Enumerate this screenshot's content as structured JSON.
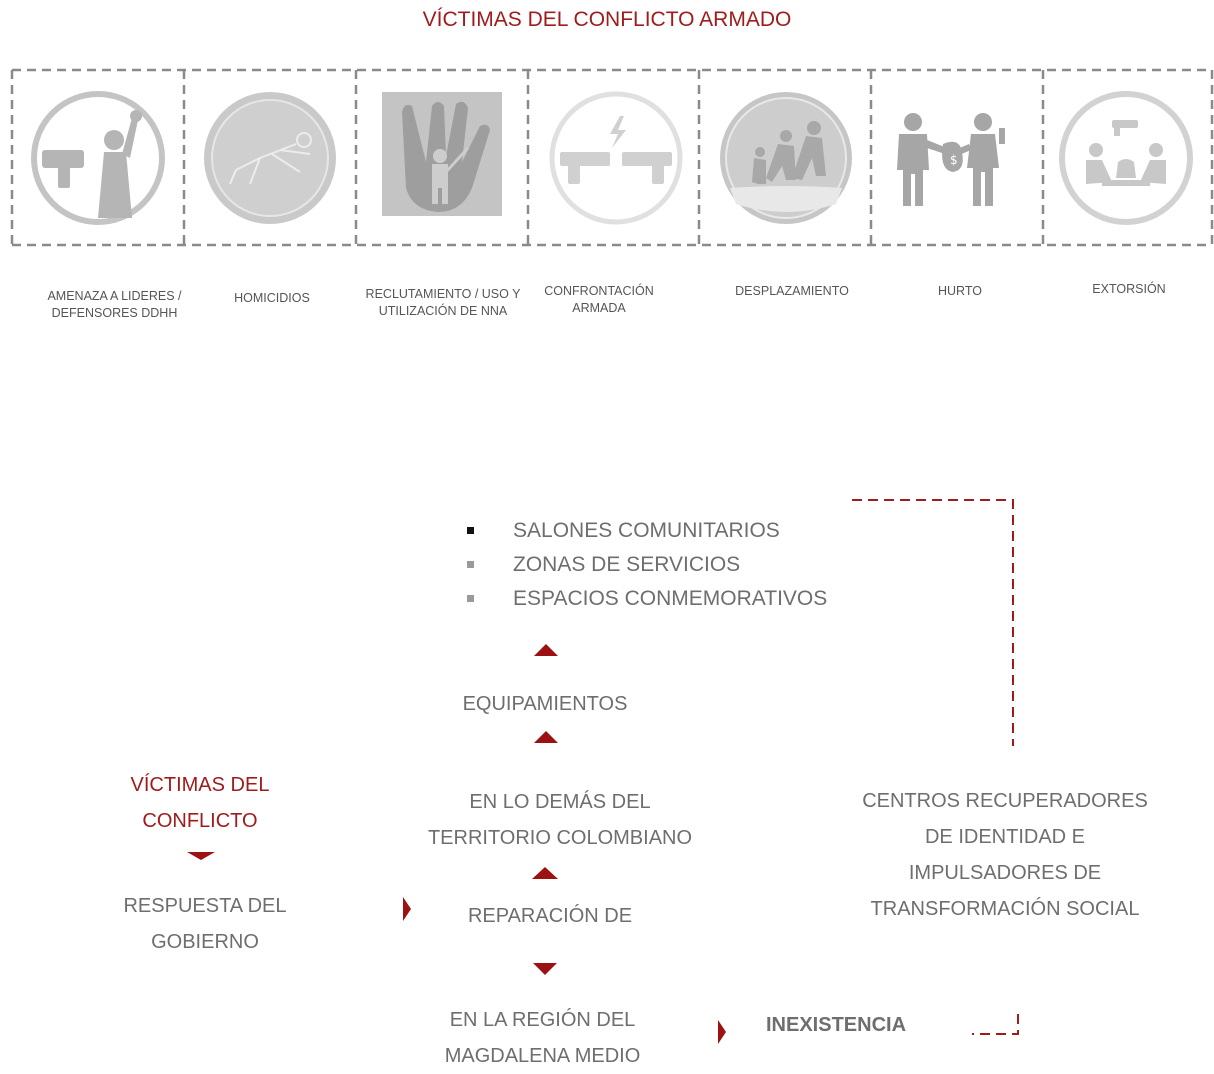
{
  "title": "VÍCTIMAS DEL CONFLICTO ARMADO",
  "categories": [
    {
      "label_lines": [
        "AMENAZA A LIDERES /",
        "DEFENSORES DDHH"
      ],
      "icon": "threat-leader-gun-icon"
    },
    {
      "label_lines": [
        "HOMICIDIOS"
      ],
      "icon": "body-outline-icon"
    },
    {
      "label_lines": [
        "RECLUTAMIENTO / USO Y",
        "UTILIZACIÓN DE NNA"
      ],
      "icon": "child-soldier-hand-icon"
    },
    {
      "label_lines": [
        "CONFRONTACIÓN",
        "ARMADA"
      ],
      "icon": "two-guns-icon"
    },
    {
      "label_lines": [
        "DESPLAZAMIENTO"
      ],
      "icon": "displaced-family-icon"
    },
    {
      "label_lines": [
        "HURTO"
      ],
      "icon": "robbery-icon"
    },
    {
      "label_lines": [
        "EXTORSIÓN"
      ],
      "icon": "extortion-table-icon"
    }
  ],
  "flow": {
    "bullets": [
      "SALONES COMUNITARIOS",
      "ZONAS DE SERVICIOS",
      "ESPACIOS CONMEMORATIVOS"
    ],
    "equipamientos": "EQUIPAMIENTOS",
    "territorio": [
      "EN LO DEMÁS DEL",
      "TERRITORIO COLOMBIANO"
    ],
    "victimas": [
      "VÍCTIMAS DEL",
      "CONFLICTO"
    ],
    "respuesta": [
      "RESPUESTA DEL",
      "GOBIERNO"
    ],
    "reparacion": "REPARACIÓN DE",
    "region": [
      "EN LA REGIÓN DEL",
      "MAGDALENA MEDIO"
    ],
    "inexistencia": "INEXISTENCIA",
    "centros": [
      "CENTROS RECUPERADORES",
      "DE IDENTIDAD E",
      "IMPULSADORES DE",
      "TRANSFORMACIÓN SOCIAL"
    ]
  },
  "colors": {
    "accent": "#a01c1c",
    "icon_grey": "#b5b5b5",
    "text_grey": "#6e6e6e",
    "dash_grey": "#8a8a8a"
  }
}
